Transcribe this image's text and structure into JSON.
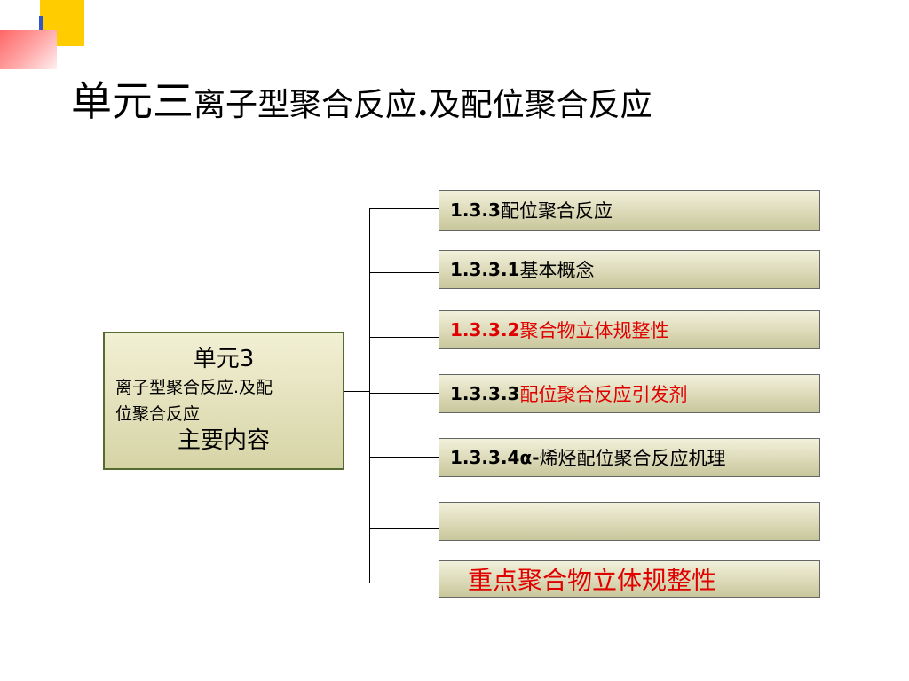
{
  "title": {
    "part1": "单元三",
    "part2": "离子型聚合反应",
    "part3": ".",
    "part4": "及配位聚合反应"
  },
  "root": {
    "line1": "单元3",
    "line2": "离子型聚合反应.及配",
    "line3": "位聚合反应",
    "line4": "主要内容"
  },
  "nodes": [
    {
      "number": "1.3.3",
      "text": " 配位聚合反应"
    },
    {
      "number": "1.3.3.1",
      "text": "基本概念"
    },
    {
      "number": "1.3.3.2",
      "text": "聚合物立体规整性"
    },
    {
      "number": "1.3.3.3",
      "text": "配位聚合反应引发剂"
    },
    {
      "number": "1.3.3.4α-",
      "text": "烯烃配位聚合反应机理"
    },
    {
      "number": "",
      "text": ""
    },
    {
      "number": "",
      "text": "重点聚合物立体规整性"
    }
  ],
  "colors": {
    "emphasis": "#e00000",
    "node_fill": "#e6e4c0",
    "root_border": "#556b2f",
    "accent_yellow": "#ffcc00"
  }
}
